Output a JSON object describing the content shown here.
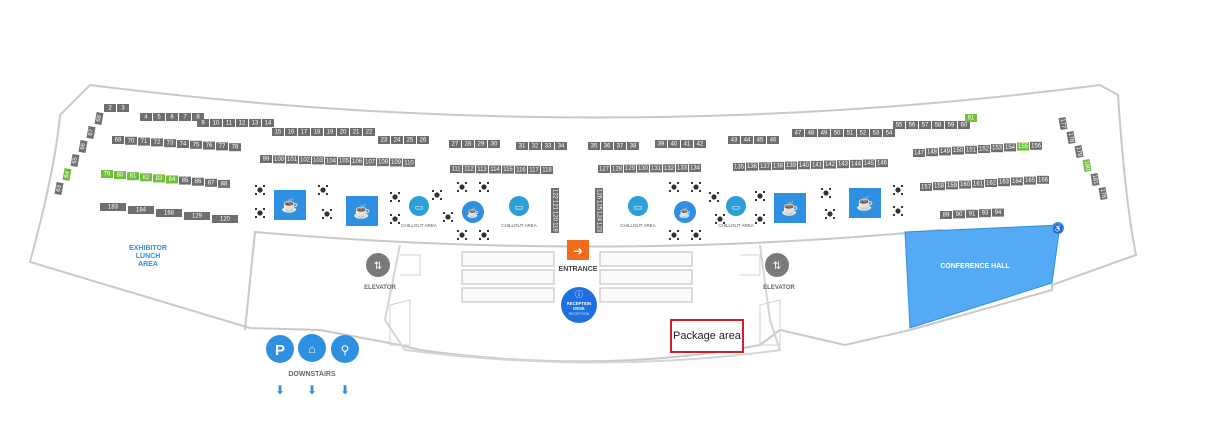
{
  "labels": {
    "exhibitor_lunch_area": [
      "EXHIBITOR",
      "LUNCH",
      "AREA"
    ],
    "elevator_left": "ELEVATOR",
    "elevator_right": "ELEVATOR",
    "entrance": "ENTRANCE",
    "reception_desk": [
      "RECEPTION",
      "DESK",
      "RECEPTION"
    ],
    "conference_hall": "CONFERENCE HALL",
    "downstairs": "DOWNSTAIRS",
    "chillout": "CHILLOUT AREA",
    "package_area": "Package area"
  },
  "colors": {
    "booth": "#6e6e6e",
    "booth_highlight": "#6fbf3b",
    "accent_blue": "#2f8fe0",
    "conference_hall": "#54aaf5",
    "entrance": "#f26a1b",
    "wall": "#c9c9c9",
    "package_border": "#d0202b"
  },
  "booths": {
    "row_a": [
      "2",
      "3",
      "4",
      "5",
      "6",
      "7",
      "8",
      "9",
      "10",
      "11",
      "12",
      "13",
      "14",
      "15",
      "16",
      "17",
      "18",
      "19",
      "20",
      "21",
      "22",
      "23",
      "24",
      "25",
      "26",
      "27",
      "28",
      "29",
      "30",
      "31",
      "32",
      "33",
      "34",
      "35",
      "36",
      "37",
      "38",
      "39",
      "40",
      "41",
      "42",
      "43",
      "44",
      "45",
      "46",
      "47",
      "48",
      "49",
      "50",
      "51",
      "52",
      "53",
      "54",
      "55",
      "56",
      "57",
      "58",
      "59",
      "60",
      "61"
    ],
    "row_b": [
      "69",
      "70",
      "71",
      "72",
      "73",
      "74",
      "75",
      "76",
      "77",
      "78"
    ],
    "row_c": [
      "79",
      "80",
      "81",
      "82",
      "83",
      "84",
      "85",
      "86",
      "87",
      "88"
    ],
    "row_d": [
      "89",
      "90",
      "91",
      "93",
      "94"
    ],
    "row_e": [
      "99",
      "100",
      "101",
      "102",
      "103",
      "104",
      "105",
      "106",
      "107",
      "108",
      "109",
      "110"
    ],
    "row_f": [
      "111",
      "112",
      "113",
      "114",
      "115",
      "116",
      "117",
      "118"
    ],
    "row_g": [
      "127",
      "128",
      "129",
      "130",
      "131",
      "132",
      "133",
      "134"
    ],
    "row_h": [
      "135",
      "136",
      "137",
      "138",
      "139",
      "140",
      "141",
      "142",
      "143",
      "144",
      "145",
      "146"
    ],
    "row_i": [
      "147",
      "148",
      "149",
      "150",
      "151",
      "152",
      "153",
      "154",
      "155",
      "156"
    ],
    "row_j": [
      "157",
      "158",
      "159",
      "160",
      "161",
      "162",
      "163",
      "164",
      "165",
      "166"
    ],
    "row_k": [
      "183",
      "184",
      "168",
      "129",
      "120"
    ],
    "col_left": [
      "63",
      "64",
      "65",
      "66",
      "67",
      "68"
    ],
    "col_right": [
      "177",
      "178",
      "179",
      "180",
      "181",
      "176"
    ],
    "col_center_l": [
      "122",
      "121",
      "120",
      "119"
    ],
    "col_center_r": [
      "126",
      "125",
      "124",
      "123"
    ],
    "highlighted": [
      "61",
      "64",
      "79",
      "80",
      "81",
      "82",
      "83",
      "84",
      "155",
      "180"
    ]
  }
}
